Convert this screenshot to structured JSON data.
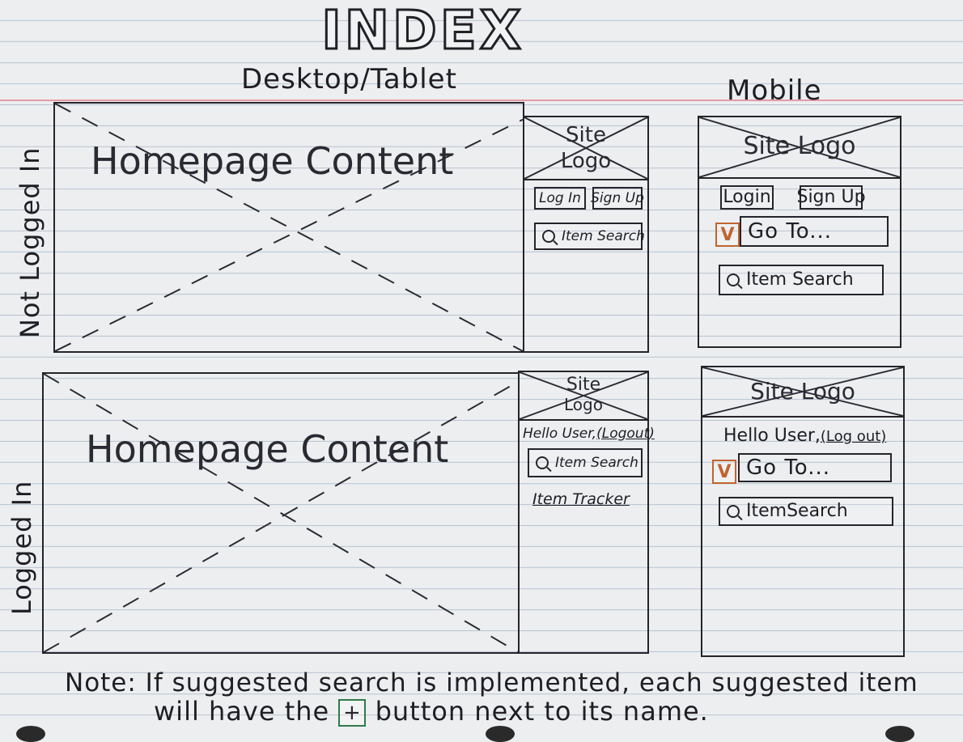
{
  "title": "INDEX",
  "columns": {
    "desktop": "Desktop/Tablet",
    "mobile": "Mobile"
  },
  "rows": {
    "not_logged_in": "Not Logged In",
    "logged_in": "Logged In"
  },
  "desktop_not_logged": {
    "content": "Homepage Content",
    "logo_line1": "Site",
    "logo_line2": "Logo",
    "login": "Log In",
    "signup": "Sign Up",
    "search": "Item Search"
  },
  "desktop_logged": {
    "content": "Homepage Content",
    "logo_line1": "Site",
    "logo_line2": "Logo",
    "hello": "Hello User,",
    "logout": "(Logout)",
    "search": "Item Search",
    "tracker": "Item Tracker"
  },
  "mobile_not_logged": {
    "logo": "Site Logo",
    "login": "Login",
    "signup": "Sign Up",
    "goto_check": "V",
    "goto": "Go To...",
    "search": "Item Search"
  },
  "mobile_logged": {
    "logo": "Site Logo",
    "hello": "Hello User,",
    "logout": "(Log out)",
    "goto_check": "V",
    "goto": "Go To...",
    "search": "ItemSearch"
  },
  "note": {
    "line1": "Note: If suggested search is implemented, each suggested item",
    "line2_before": "will have the",
    "plus": "+",
    "line2_after": "button next to its name."
  },
  "colors": {
    "ink": "#24242a",
    "check": "#c0642e",
    "plus_border": "#2f7a4a",
    "margin": "#e59aa6"
  }
}
